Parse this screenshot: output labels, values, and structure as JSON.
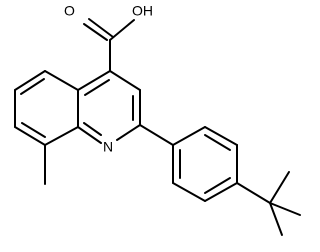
{
  "molecule": {
    "labels": {
      "hydroxyl": "OH",
      "carbonyl_oxygen": "O",
      "ring_nitrogen": "N"
    }
  },
  "colors": {
    "bond": "#000000",
    "background": "#ffffff"
  }
}
